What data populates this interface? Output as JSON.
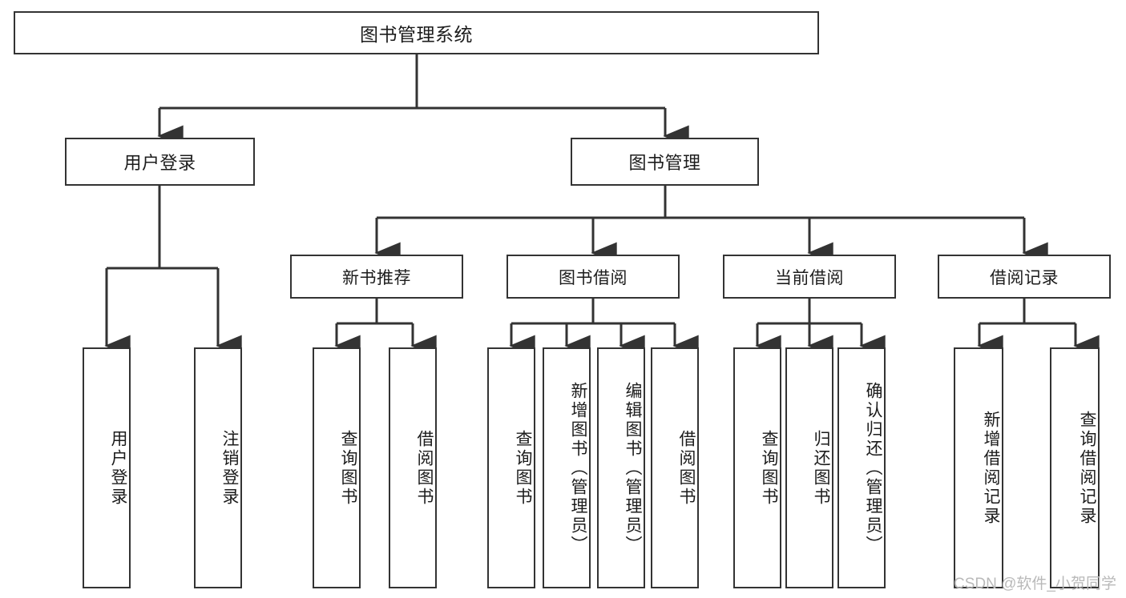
{
  "diagram": {
    "title": "图书管理系统",
    "type": "function-structure-tree",
    "watermark": "CSDN @软件_小贺同学",
    "colors": {
      "box_border": "#333333",
      "box_fill": "#ffffff",
      "connector": "#333333",
      "text": "#1c1c1c",
      "watermark": "#b9b9b9",
      "background": "#ffffff"
    },
    "levels": {
      "root": {
        "label": "图书管理系统"
      },
      "level2": [
        {
          "id": "user-login",
          "label": "用户登录"
        },
        {
          "id": "book-manage",
          "label": "图书管理"
        }
      ],
      "level3": [
        {
          "id": "new-book-recommend",
          "label": "新书推荐"
        },
        {
          "id": "book-borrow",
          "label": "图书借阅"
        },
        {
          "id": "current-borrow",
          "label": "当前借阅"
        },
        {
          "id": "borrow-record",
          "label": "借阅记录"
        }
      ],
      "leaves": {
        "user-login": [
          {
            "id": "leaf-user-login",
            "label": "用户登录"
          },
          {
            "id": "leaf-user-logout",
            "label": "注销登录"
          }
        ],
        "new-book-recommend": [
          {
            "id": "leaf-query-book-1",
            "label": "查询图书"
          },
          {
            "id": "leaf-borrow-book-1",
            "label": "借阅图书"
          }
        ],
        "book-borrow": [
          {
            "id": "leaf-query-book-2",
            "label": "查询图书"
          },
          {
            "id": "leaf-add-book",
            "label": "新增图书（管理员）"
          },
          {
            "id": "leaf-edit-book",
            "label": "编辑图书（管理员）"
          },
          {
            "id": "leaf-borrow-book-2",
            "label": "借阅图书"
          }
        ],
        "current-borrow": [
          {
            "id": "leaf-query-book-3",
            "label": "查询图书"
          },
          {
            "id": "leaf-return-book",
            "label": "归还图书"
          },
          {
            "id": "leaf-confirm-return",
            "label": "确认归还（管理员）"
          }
        ],
        "borrow-record": [
          {
            "id": "leaf-add-record",
            "label": "新增借阅记录"
          },
          {
            "id": "leaf-query-record",
            "label": "查询借阅记录"
          }
        ]
      }
    }
  }
}
